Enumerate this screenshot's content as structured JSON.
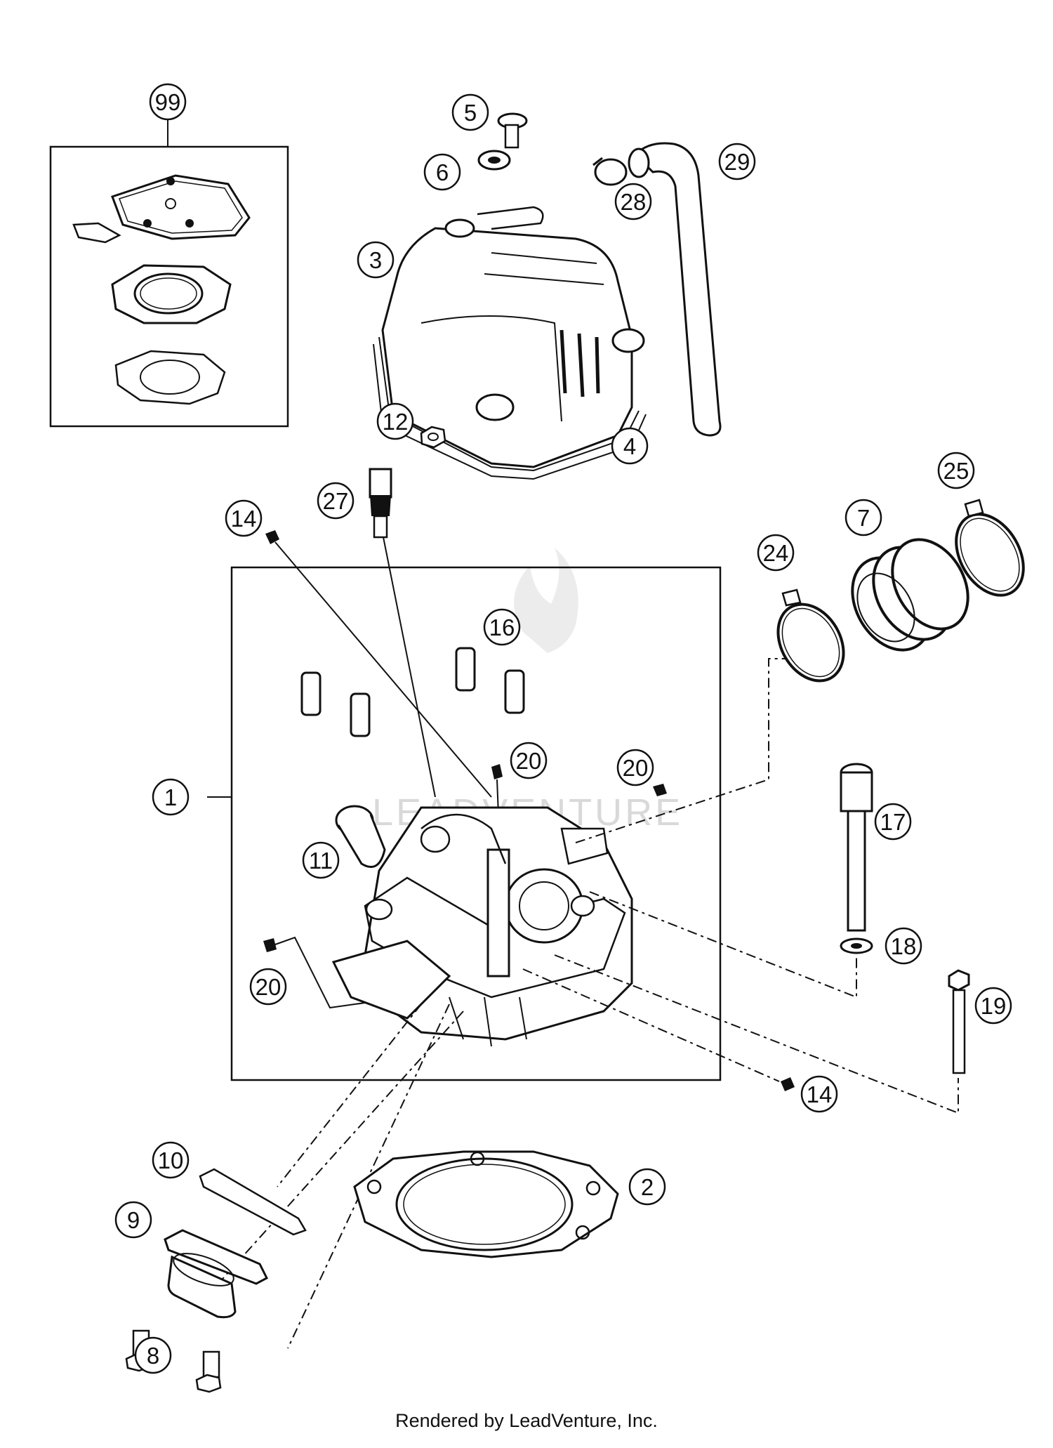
{
  "callouts": {
    "c99": "99",
    "c5": "5",
    "c6": "6",
    "c29": "29",
    "c28": "28",
    "c3": "3",
    "c12": "12",
    "c4": "4",
    "c27": "27",
    "c14a": "14",
    "c25": "25",
    "c7": "7",
    "c24": "24",
    "c16": "16",
    "c20a": "20",
    "c20b": "20",
    "c1": "1",
    "c11": "11",
    "c17": "17",
    "c18": "18",
    "c20c": "20",
    "c19": "19",
    "c14b": "14",
    "c10": "10",
    "c2": "2",
    "c9": "9",
    "c8": "8"
  },
  "watermark": "LEADVENTURE",
  "footer": "Rendered by LeadVenture, Inc."
}
